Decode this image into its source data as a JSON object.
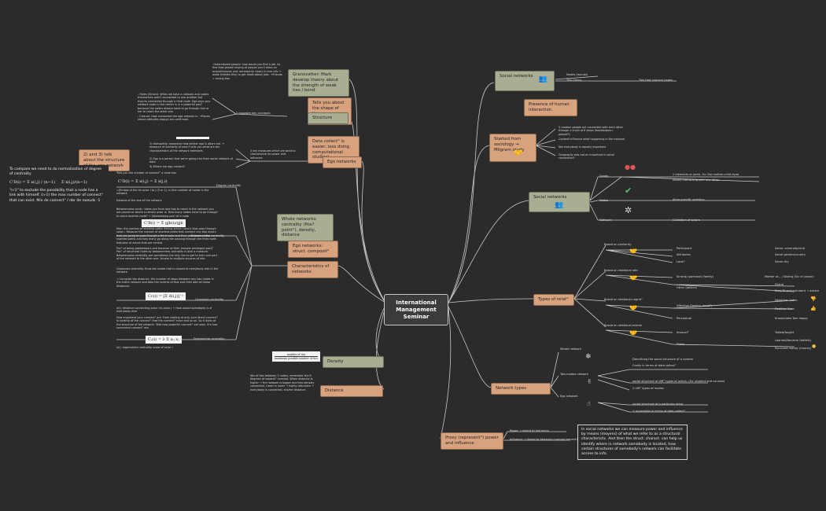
{
  "root": {
    "title": "International Management Seminar"
  },
  "colors": {
    "branch_green": "#a7ae92",
    "branch_orange": "#d9a27f",
    "line": "#c9c9c9",
    "background": "#2b2b2b"
  },
  "left": {
    "granovetter": {
      "label": "Granovetter: Mark develop theory about the strength of weak ties / bond",
      "note": "→Interviewed people: how would you find a job. 4x find that people relying of people you'll more on acquaintances (not necessarily close) in new info → weak (hidden ties) to get leads about jobs. →Friends = strong ties"
    },
    "shape_of_ego": {
      "label": "Tells you about the shape of the ego network"
    },
    "structure": {
      "label": "Structure",
      "title": "2 opposite key concepts",
      "holes": "- Holes (Simon): When we have a network and nodes themselves aren't connected to one another but they're connected through a third node. Ego says your network node in the center is in a powerful pos? because the nodes always have to go through him or her to reach the other one.",
      "closure": "- Closure: How connected the ego network is. →Places where attitudes always are confirmed."
    },
    "data_collect": {
      "label": "Data collect° is easier, less doing computational studies)"
    },
    "ego_networks": {
      "label": "Ego networks",
      "title": "3 key measures which we want to characterize its power and influence",
      "q1": "1) Homophily: measures how similar ego & alters are. → measure of similarity of each? tells you what are the characteristics of the network members",
      "q2": "2) Ego is a person that we're going into their social network of data",
      "q3": "3) Where are ego contact?"
    },
    "ego_box": {
      "label": "2) and 3) talk about the structure of the ego network"
    },
    "normalization": {
      "text": "To compare we need to do normalization of degree of centrality",
      "n1": "\"n-1\" to exclude the possibility that a node has a link with himself. (n-1) the max number of connect° that can exist. Min de connect° / nbr de noeuds -1"
    },
    "degree_centrality": {
      "label": "Degree centrality",
      "n1": "Tells you the number of connect° a node has",
      "n2": "=(Endow of the tie actor i to j (0 or 1). n=the number of nodes in the network",
      "n3": "Depend of the size of the network"
    },
    "whole_networks": {
      "label": "Whole networks: centrality (Pos? point°), density, distance"
    },
    "ego_nets_struct": {
      "label": "Ego networks: struct. composit°"
    },
    "betweenness": {
      "label": "Betweenness centrality",
      "n1": "Betweenness centr.: takes you from one hop to reach in the network you are placed or where a certain actor is. How many nodes have to go through to reach another node? → Gatekeeping pos? of a node",
      "n2": "Max: the number of shortest paths linking actors j and k that pass through node i. Measure the number of shortest paths that connect any two actors that are going to pass through a third node and then you count all the shortest paths and how many go along the passing through the third node. Indicator of actors that are central",
      "n3": "Pos° of being gatekeepers and because of their (maybe privileged pos)? Pos° of structural holes by betweenness centrality is also a measure. Betweenness centrality are sometimes the only link to get to from one part of the network to the other one. Access to multiple sources of info."
    },
    "characteristics": {
      "label": "Characteristics of networks"
    },
    "closeness": {
      "label": "Closeness centrality",
      "n1": "Closeness centrality: finds the nodes that is closest to everybody else in the network.",
      "n2": "→ Compute the distance, the number of steps between any two nodes in the entire network and take the inverse of that and then add all those distances.",
      "n3": "d(i): distance connecting actor i to actor j → How closed somebody is of everybody else"
    },
    "eigenvector": {
      "label": "Eigenvector centrality",
      "n1": "How important your connect° are. From looking at only your direct connect° to looking at the connect° that the connect° have and so on. So it looks at the structure of the network. Tells how powerful connect° are seen. It's how connected connect° are.",
      "n2": "x(i): eigenvector centrality score of actor i"
    },
    "density": {
      "label": "Density",
      "t1": "number of ties",
      "t2": "maximum possible number of ties"
    },
    "distance": {
      "label": "Distance",
      "note": "Nbr of ties between 2 nodes, remember the 6 degrees of separat° concept. When distance is higher → the network is bigger and less densely connected, closer is lower → highly reticulate → everybody is connected, shorter distance."
    }
  },
  "right": {
    "social_networks_top": {
      "label": "Social networks",
      "nodes": "Nodes    (mouds)",
      "ties": "Ties (liens)",
      "ties_desc": "Ties that connect nodes"
    },
    "human_interaction": {
      "label": "Presence of human interaction"
    },
    "milgram": {
      "label": "Started from sociology → Milgram study",
      "i1": "5 random people are connected with each other through a chain of 6 steps (handshakes= people?)",
      "i2": "Context influence what happening in the network",
      "i3": "Not everybody is equally important",
      "i4": "Geography was not an important in social connection?"
    },
    "social_networks_2": {
      "label": "Social networks",
      "dyads": "Dyads",
      "d1": "2 elements or parts. Ex: the mother-child dyad",
      "d2": "Actors interacting with one other",
      "nodes": "Nodes",
      "nodes_desc": "Actor-specific question",
      "network": "Network",
      "network_desc": "Collection of actors"
    },
    "types_of_relat": {
      "label": "Types of relat°",
      "similarity": "Based on similarity",
      "s1": "Participant",
      "s1v": "Same university/club",
      "s2": "Attributes",
      "s2v": "Same gender/country",
      "s3": "Local°",
      "s3v": "Same city",
      "relational_role": "Based on relational role",
      "r1": "Kinship (parental) (family)",
      "r1v": "Mother of... / Sibling (Ex: el cousin)",
      "r2": "Other (advice)",
      "r2a": "Friend",
      "r2b": "Boss/Director/student → advice",
      "relational_cog": "Based on relational cognit°",
      "c1": "Affective (feeling, emot°)",
      "c1a": "Negative: hates",
      "c1b": "Positive: like",
      "c2": "Perceptual",
      "c2v": "Knows/sees Tom happy",
      "relational_events": "Based on relational events",
      "e1": "Interact°",
      "e1v": "Talked/fought",
      "e2": "Flows",
      "e2v": "Learned/became (beliefs)",
      "e2b": "Received money (money)"
    },
    "network_types": {
      "label": "Network types",
      "whole": "Whole network",
      "w1": "Describing the social structure of a system",
      "w2": "Costly in terms of data collect°",
      "two_mode": "Two-modes network",
      "t1": "social structure of diff° types of actors. (Ex: student and courses)",
      "t2": "2 diff° types of modes",
      "ego": "Ego network",
      "g1": "social structure of a particular actor",
      "g2": "+ accessible in terms of data collect°"
    },
    "proxy": {
      "label": "Proxy (represent°) power and influence",
      "p1": "Power → linked to hierarchy",
      "p2": "Influence → linked to behavior (compor tement)",
      "box": "In social networks we can measure power and influence by means (moyens) of what we refer to as a structural characteristic. And then the struct. charact. can help us identify where in network somebody is located, how certain structures of somebody's network can facilitate access to info."
    }
  }
}
